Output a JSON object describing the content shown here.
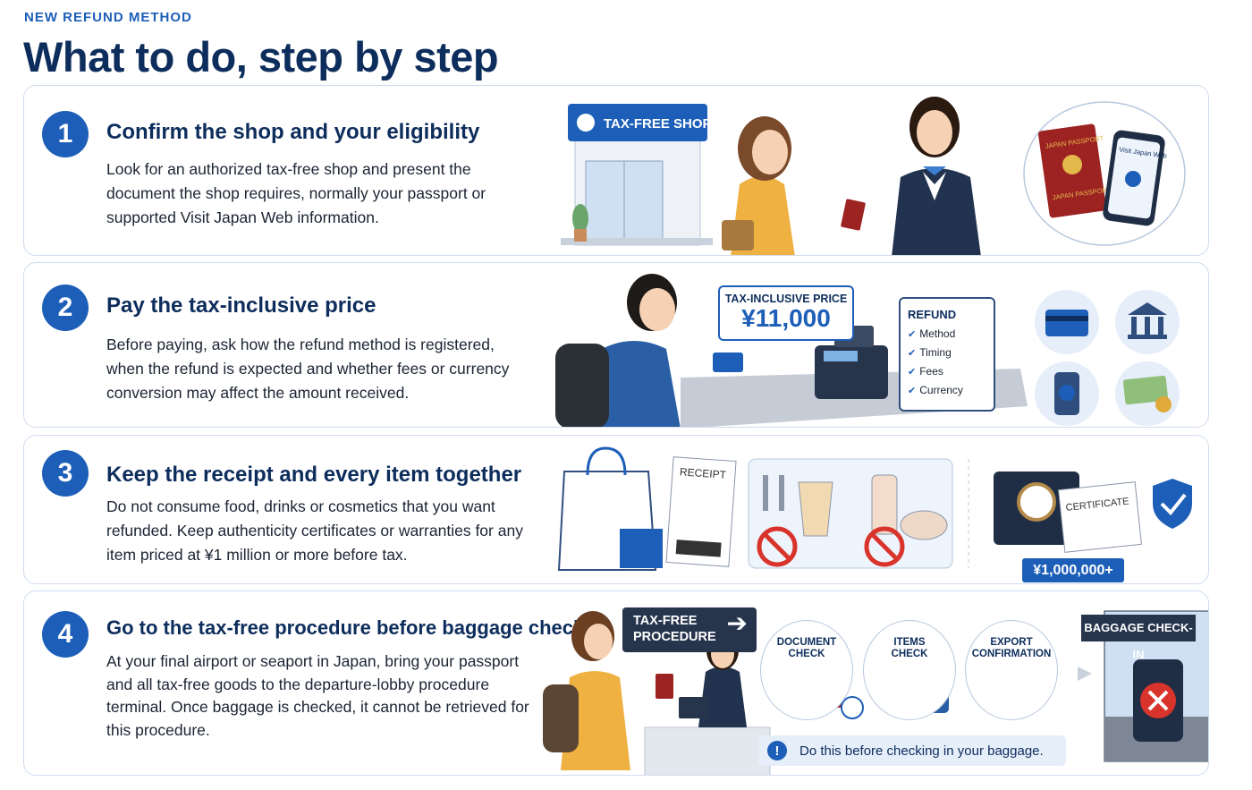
{
  "eyebrow": "NEW REFUND METHOD",
  "title": "What to do, step by step",
  "steps": [
    {
      "number": "1",
      "title": "Confirm the shop and your eligibility",
      "body": "Look for an authorized tax-free shop and present the document the shop requires, normally your passport or supported Visit Japan Web information.",
      "illustration": {
        "shop_sign": "TAX-FREE SHOP",
        "passport_top": "JAPAN PASSPORT",
        "passport_bottom": "JAPAN PASSPORT",
        "phone_text": "Visit Japan Web"
      }
    },
    {
      "number": "2",
      "title": "Pay the tax-inclusive price",
      "body": "Before paying, ask how the refund method is registered, when the refund is expected and whether fees or currency conversion may affect the amount received.",
      "illustration": {
        "price_label": "TAX-INCLUSIVE PRICE",
        "price_amount": "¥11,000",
        "refund_title": "REFUND",
        "refund_items": [
          "Method",
          "Timing",
          "Fees",
          "Currency"
        ],
        "icons": [
          "credit-card-icon",
          "bank-icon",
          "mobile-yen-icon",
          "cash-icon"
        ]
      }
    },
    {
      "number": "3",
      "title": "Keep the receipt and every item together",
      "body": "Do not consume food, drinks or cosmetics that you want refunded. Keep authenticity certificates or warranties for any item priced at ¥1 million or more before tax.",
      "illustration": {
        "receipt_label": "RECEIPT",
        "certificate_label": "CERTIFICATE",
        "price_tag": "¥1,000,000+"
      }
    },
    {
      "number": "4",
      "title": "Go to the tax-free procedure before baggage check-in",
      "body": "At your final airport or seaport in Japan, bring your passport and all tax-free goods to the departure-lobby procedure terminal. Once baggage is checked, it cannot be retrieved for this procedure.",
      "illustration": {
        "procedure_sign": [
          "TAX-FREE",
          "PROCEDURE"
        ],
        "flow": [
          {
            "line1": "DOCUMENT",
            "line2": "CHECK"
          },
          {
            "line1": "ITEMS",
            "line2": "CHECK"
          },
          {
            "line1": "EXPORT",
            "line2": "CONFIRMATION"
          }
        ],
        "notice": "Do this before checking in your baggage.",
        "baggage_sign": "BAGGAGE CHECK-IN"
      }
    }
  ],
  "colors": {
    "accent": "#1d5fb8",
    "heading": "#0d2d5c",
    "border": "#cfdcec",
    "danger": "#d9342b",
    "ok": "#2e9e4f"
  }
}
